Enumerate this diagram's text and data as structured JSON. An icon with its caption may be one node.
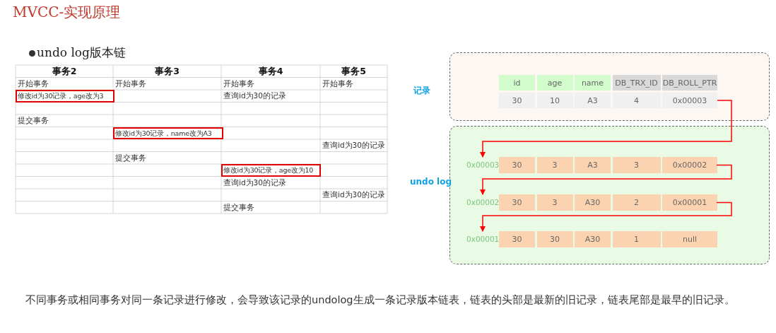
{
  "diagram": {
    "title": "MVCC-实现原理",
    "nodes": [
      {
        "text": [
          "修改id为30记录，age改为3"
        ]
      },
      {
        "text": [
          "修改id为30记录，name改为A3"
        ]
      },
      {
        "text": [
          "修改id为30记录，age改为10"
        ]
      },
      {
        "text": [
          "记录"
        ]
      },
      {
        "text": [
          "undo log"
        ]
      },
      {
        "text": [
          "id",
          "age",
          "name",
          "DB_TRX_ID",
          "DB_ROLL_PTR"
        ],
        "in": 3
      },
      {
        "text": [
          "30",
          "10",
          "A3",
          "4",
          "0x00003"
        ],
        "in": 3
      },
      {
        "text": [
          "30",
          "3",
          "A3",
          "3",
          "0x00002"
        ],
        "beside": [
          "0x00003"
        ],
        "in": 4
      },
      {
        "text": [
          "30",
          "3",
          "A30",
          "2",
          "0x00001"
        ],
        "beside": [
          "0x00002"
        ],
        "in": 4
      },
      {
        "text": [
          "30",
          "30",
          "A30",
          "1",
          "null"
        ],
        "beside": [
          "0x00001"
        ],
        "in": 4
      }
    ],
    "edges": [
      {
        "from": 6,
        "to": 7,
        "arrow": "to",
        "color": "#ff0000"
      },
      {
        "from": 7,
        "to": 8,
        "arrow": "to",
        "color": "#ff0000"
      },
      {
        "from": 8,
        "to": 9,
        "arrow": "to",
        "color": "#ff0000"
      }
    ],
    "labels": [
      "undo log版本链",
      "事务2",
      "事务3",
      "事务4",
      "事务5",
      "开始事务",
      "开始事务",
      "开始事务",
      "开始事务",
      "查询id为30的记录",
      "提交事务",
      "查询id为30的记录",
      "提交事务",
      "查询id为30的记录",
      "查询id为30的记录",
      "提交事务"
    ],
    "caption": "不同事务或相同事务对同一条记录进行修改，会导致该记录的undolog生成一条记录版本链表，链表的头部是最新的旧记录，链表尾部是最早的旧记录。"
  }
}
